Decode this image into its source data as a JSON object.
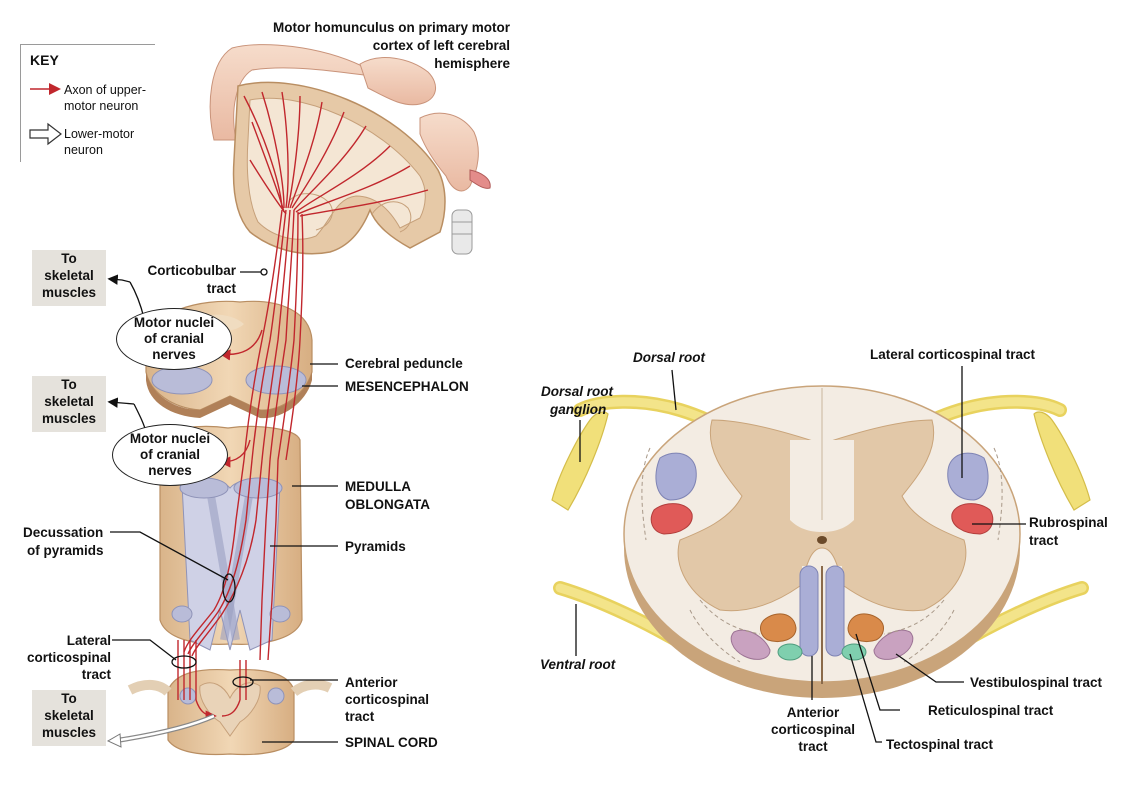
{
  "key": {
    "title": "KEY",
    "upper_line1": "Axon of upper-",
    "upper_line2": "motor neuron",
    "lower_line1": "Lower-motor",
    "lower_line2": "neuron",
    "upper_color": "#c1272d"
  },
  "left_labels": {
    "homunculus_l1": "Motor homunculus on primary motor",
    "homunculus_l2": "cortex of left cerebral",
    "homunculus_l3": "hemisphere",
    "corticobulbar_l1": "Corticobulbar",
    "corticobulbar_l2": "tract",
    "cerebral_peduncle": "Cerebral peduncle",
    "mesencephalon": "MESENCEPHALON",
    "medulla_l1": "MEDULLA",
    "medulla_l2": "OBLONGATA",
    "pyramids": "Pyramids",
    "decussation_l1": "Decussation",
    "decussation_l2": "of pyramids",
    "lateral_cst_l1": "Lateral",
    "lateral_cst_l2": "corticospinal",
    "lateral_cst_l3": "tract",
    "anterior_cst_l1": "Anterior",
    "anterior_cst_l2": "corticospinal",
    "anterior_cst_l3": "tract",
    "spinal_cord": "SPINAL CORD"
  },
  "skeletal_boxes": [
    {
      "l1": "To",
      "l2": "skeletal",
      "l3": "muscles"
    },
    {
      "l1": "To",
      "l2": "skeletal",
      "l3": "muscles"
    },
    {
      "l1": "To",
      "l2": "skeletal",
      "l3": "muscles"
    }
  ],
  "nuclei_ovals": [
    {
      "l1": "Motor nuclei",
      "l2": "of cranial",
      "l3": "nerves"
    },
    {
      "l1": "Motor nuclei",
      "l2": "of cranial",
      "l3": "nerves"
    }
  ],
  "right_labels": {
    "dorsal_root": "Dorsal root",
    "dorsal_root_ganglion_l1": "Dorsal root",
    "dorsal_root_ganglion_l2": "ganglion",
    "ventral_root": "Ventral root",
    "lateral_cst": "Lateral corticospinal tract",
    "rubrospinal_l1": "Rubrospinal",
    "rubrospinal_l2": "tract",
    "vestibulospinal": "Vestibulospinal tract",
    "reticulospinal": "Reticulospinal tract",
    "tectospinal": "Tectospinal tract",
    "anterior_cst_l1": "Anterior",
    "anterior_cst_l2": "corticospinal",
    "anterior_cst_l3": "tract"
  },
  "colors": {
    "tract_red": "#c1272d",
    "pyramid_blue": "#b9bcd8",
    "gray_matter": "#e2c8a8",
    "white_matter": "#f3ece3",
    "root_yellow": "#f1e07a",
    "rubrospinal": "#e05a58",
    "reticulospinal": "#d98a4a",
    "vestibulospinal": "#c9a2c0",
    "tectospinal": "#7fcfae",
    "lateral_cst": "#aaaed6"
  }
}
